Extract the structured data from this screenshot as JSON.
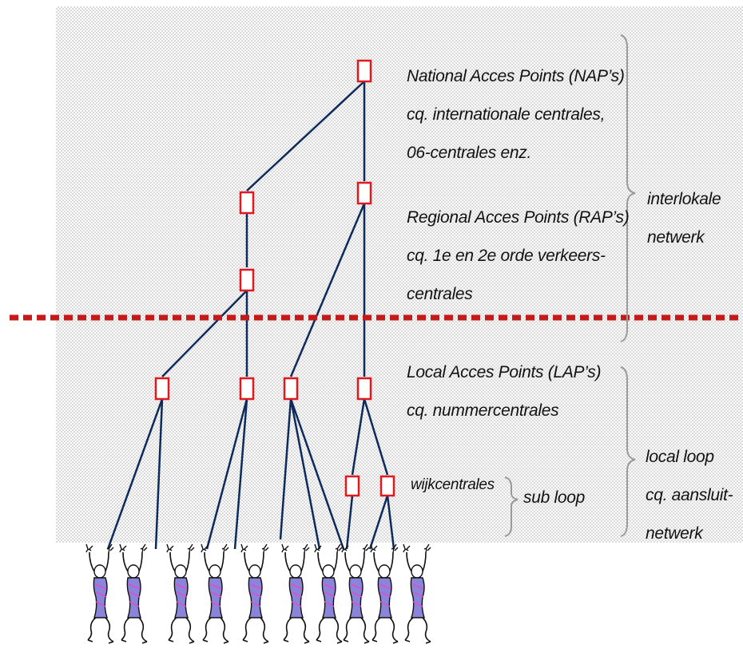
{
  "levels": {
    "nap": {
      "line1": "National Acces Points (NAP’s)",
      "line2": "cq. internationale centrales,",
      "line3": "06-centrales enz."
    },
    "rap": {
      "line1": "Regional Acces Points (RAP’s)",
      "line2": "cq. 1e en 2e orde verkeers-",
      "line3": "centrales"
    },
    "lap": {
      "line1": "Local Acces Points (LAP’s)",
      "line2": "cq. nummercentrales"
    },
    "wijk": {
      "label": "wijkcentrales"
    }
  },
  "brackets": {
    "interlokaal": {
      "line1": "interlokale",
      "line2": "netwerk"
    },
    "local_loop": {
      "line1": "local loop",
      "line2": "cq. aansluit-",
      "line3": "netwerk"
    },
    "sub_loop": {
      "label": "sub loop"
    }
  },
  "colors": {
    "node": "#e0191e",
    "line": "#0d2a5c",
    "divider": "#c41a1a",
    "bracket": "#9a9a9a",
    "figure_body": "#8a85d8"
  },
  "icons": {
    "user": "person-icon"
  }
}
